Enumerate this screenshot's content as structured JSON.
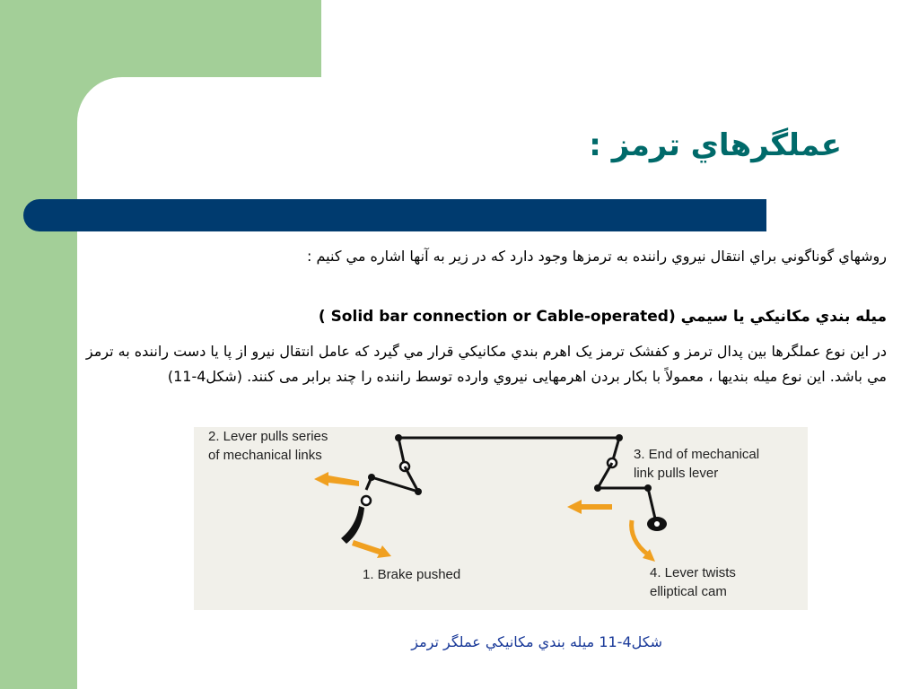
{
  "slide": {
    "title": "عملگرهاي ترمز :",
    "paragraph1": "روشهاي گوناگوني براي انتقال نيروي راننده به ترمزها وجود دارد که در زير به آنها اشاره مي كنيم :",
    "heading2": "ميله بندي مكانيكي يا سيمي (Solid bar connection or Cable-operated )",
    "paragraph3": "در اين نوع عملگرها بين پدال ترمز و كفشک ترمز يک اهرم بندي مكانيكي قرار مي گيرد که عامل انتقال نيرو از پا يا دست راننده به ترمز مي باشد. اين نوع ميله بنديها ، معمولاً با بكار بردن اهرمهايی نيروي وارده توسط راننده را چند برابر می كنند. (شكل4-11)",
    "caption": "شكل4-11 ميله بندي مكانيكي عملگر ترمز"
  },
  "figure": {
    "label1": "1. Brake pushed",
    "label2": "2. Lever pulls series\nof mechanical links",
    "label3": "3. End of mechanical\nlink pulls lever",
    "label4": "4. Lever twists\nelliptical cam"
  },
  "colors": {
    "green": "#a3cf98",
    "bar": "#003b6f",
    "title": "#006a6a",
    "arrow": "#f0a020",
    "caption": "#1a3a99"
  }
}
